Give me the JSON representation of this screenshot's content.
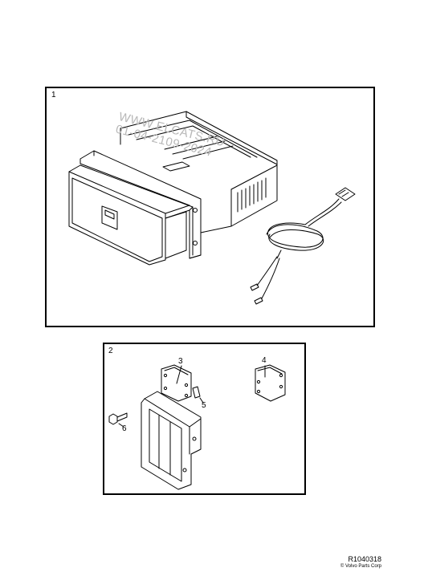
{
  "panels": [
    {
      "number": "1"
    },
    {
      "number": "2",
      "callouts": [
        "3",
        "4",
        "5",
        "6"
      ]
    }
  ],
  "watermark": {
    "line1": "WWW.ELCATS.RU",
    "line2": "01-04-2109-2024"
  },
  "footer": {
    "reference": "R1040318",
    "copyright": "© Volvo Parts Corp"
  }
}
